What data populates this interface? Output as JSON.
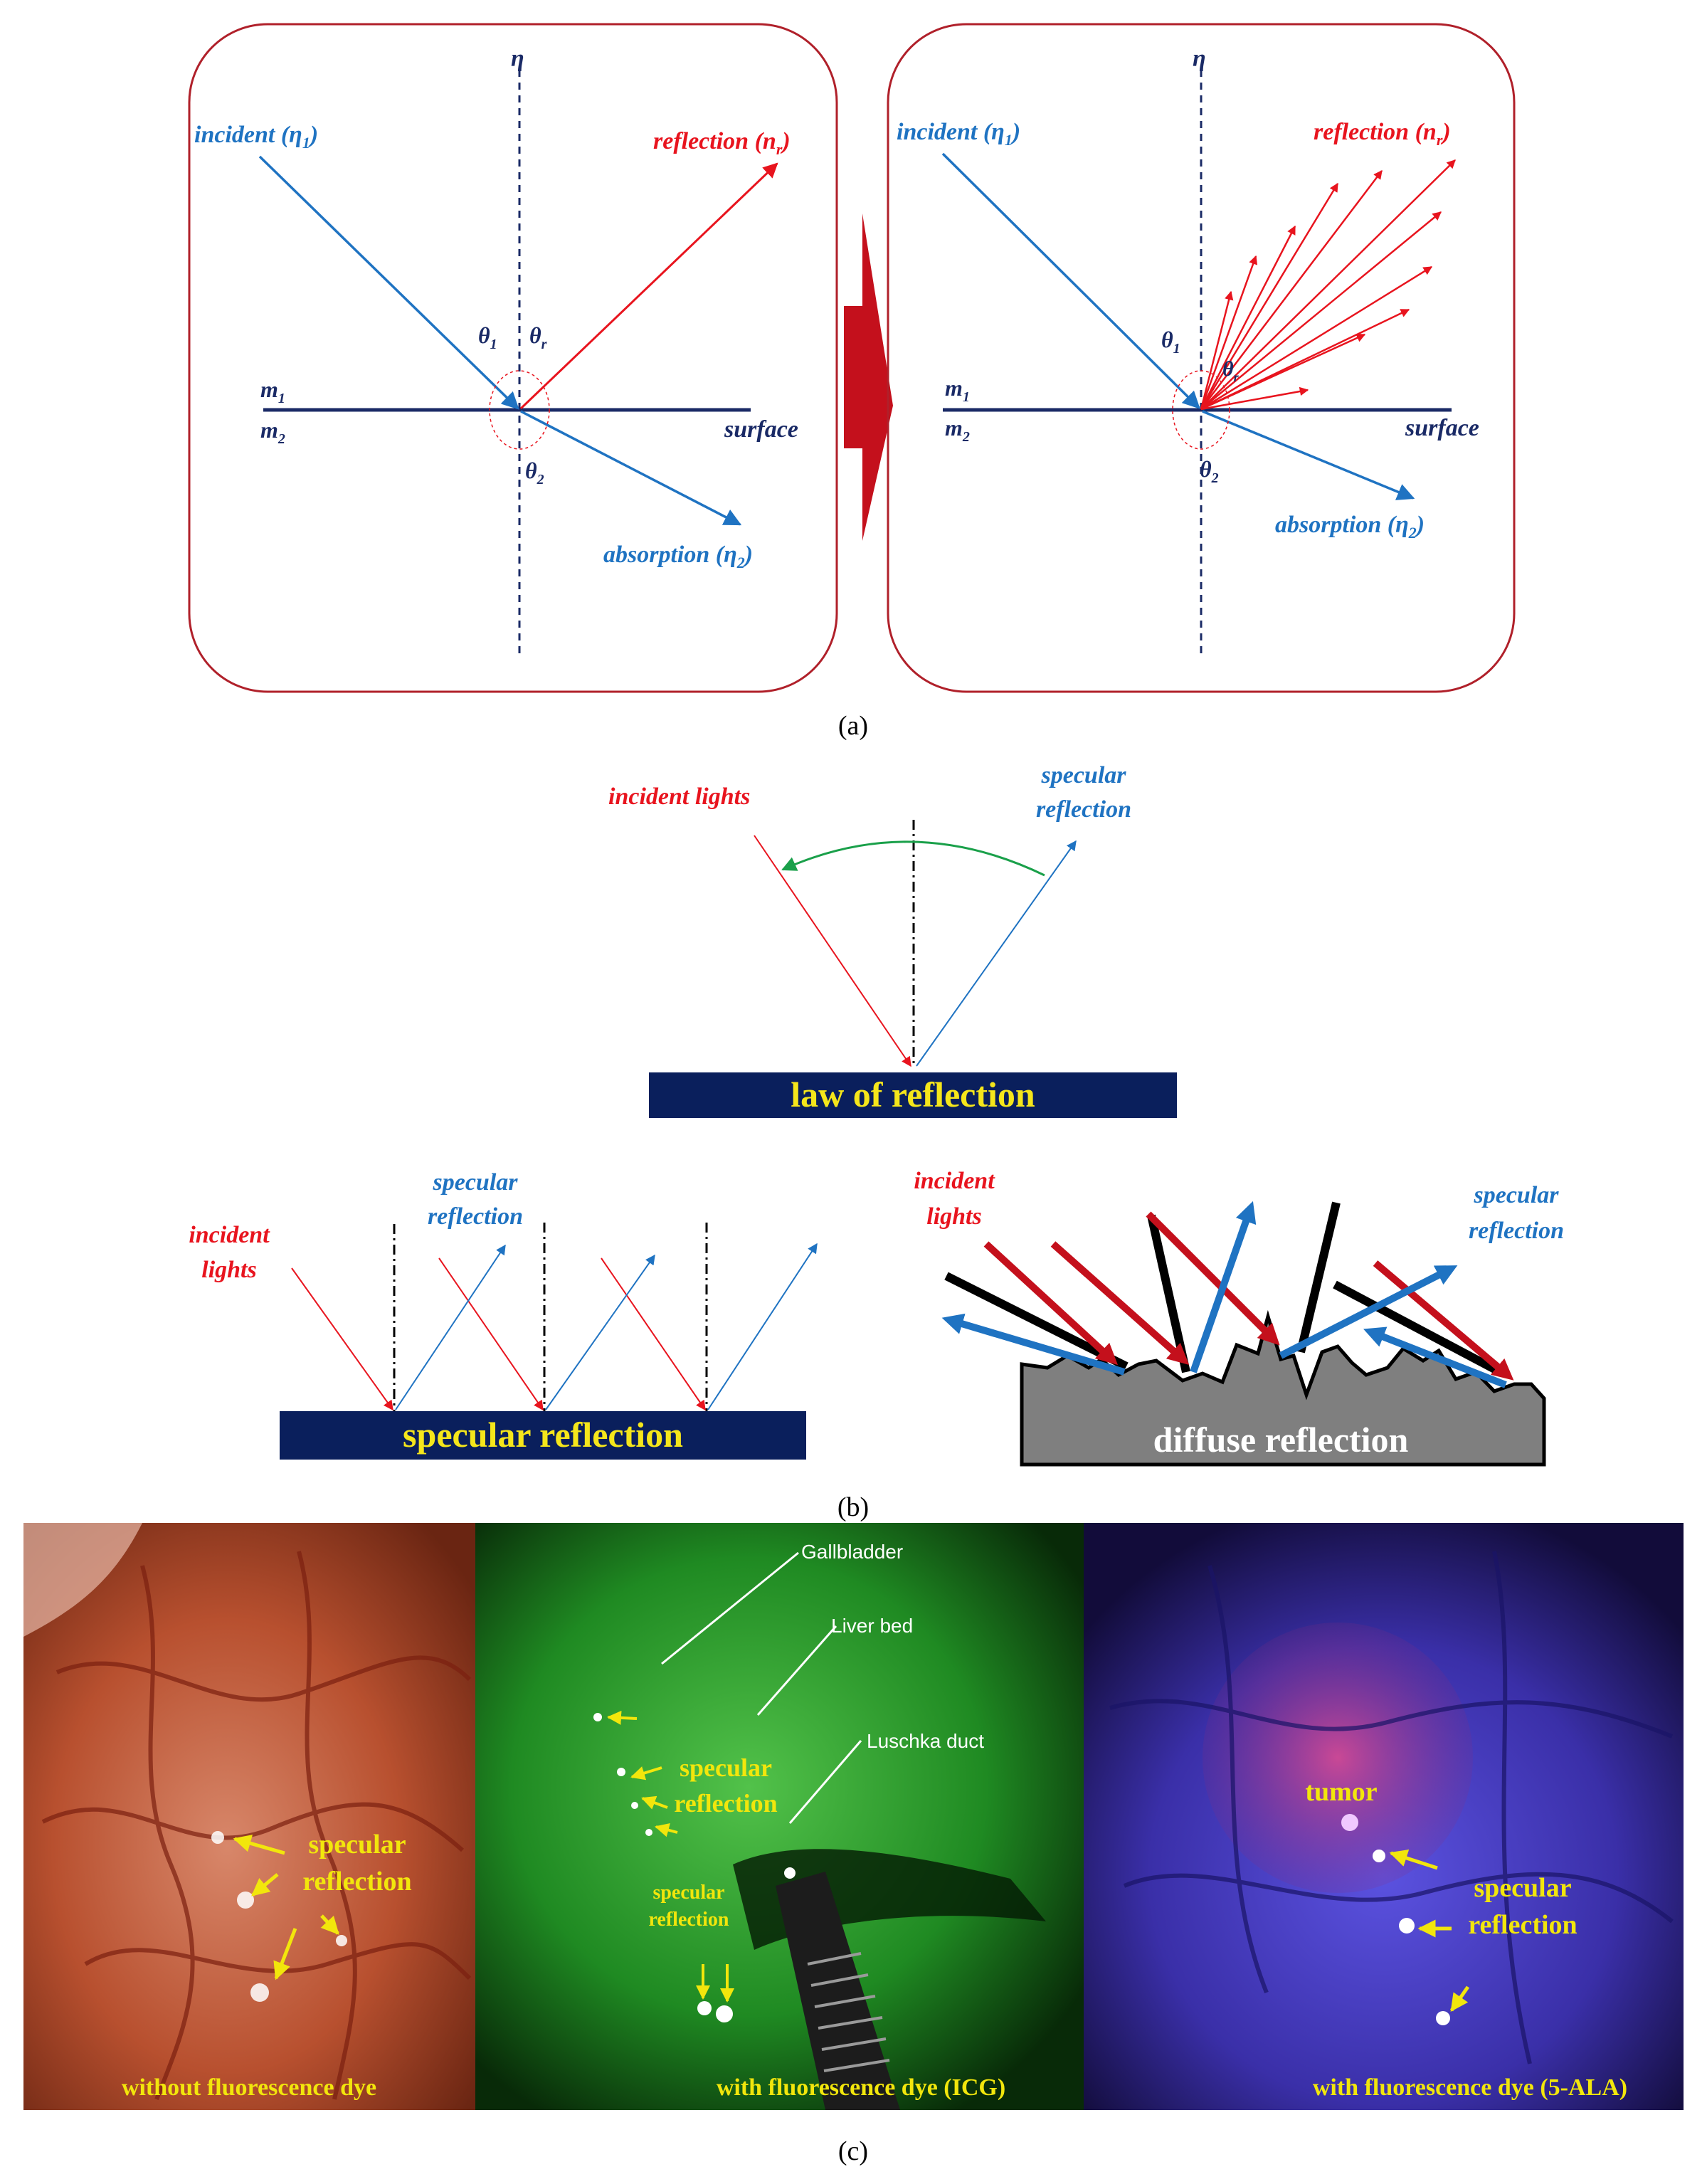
{
  "panel_a": {
    "caption": "(a)",
    "left": {
      "normal": "η",
      "incident": "incident (η",
      "incident_sub": "1",
      "reflection": "reflection (n",
      "reflection_sub": "r",
      "absorption": "absorption (η",
      "absorption_sub": "2",
      "theta1": "θ",
      "theta1_sub": "1",
      "thetar": "θ",
      "thetar_sub": "r",
      "theta2": "θ",
      "theta2_sub": "2",
      "m1": "m",
      "m1_sub": "1",
      "m2": "m",
      "m2_sub": "2",
      "surface": "surface",
      "close_paren": ")"
    },
    "right": {
      "normal": "η",
      "incident": "incident (η",
      "incident_sub": "1",
      "reflection": "reflection (n",
      "reflection_sub": "r",
      "absorption": "absorption (η",
      "absorption_sub": "2",
      "theta1": "θ",
      "theta1_sub": "1",
      "thetar": "θ",
      "thetar_sub": "r",
      "theta2": "θ",
      "theta2_sub": "2",
      "m1": "m",
      "m1_sub": "1",
      "m2": "m",
      "m2_sub": "2",
      "surface": "surface",
      "close_paren": ")"
    }
  },
  "panel_b": {
    "caption": "(b)",
    "law": {
      "incident": "incident lights",
      "specular_1": "specular",
      "specular_2": "reflection",
      "bar_label": "law of reflection"
    },
    "specular": {
      "incident_1": "incident",
      "incident_2": "lights",
      "specular_1": "specular",
      "specular_2": "reflection",
      "bar_label": "specular reflection"
    },
    "diffuse": {
      "incident_1": "incident",
      "incident_2": "lights",
      "specular_1": "specular",
      "specular_2": "reflection",
      "bar_label": "diffuse reflection"
    }
  },
  "panel_c": {
    "caption": "(c)",
    "photo1": {
      "label_1": "specular",
      "label_2": "reflection",
      "footer": "without fluorescence dye"
    },
    "photo2": {
      "gallbladder": "Gallbladder",
      "liver_bed": "Liver bed",
      "luschka": "Luschka duct",
      "spec_1": "specular",
      "spec_2": "reflection",
      "spec_small_1": "specular",
      "spec_small_2": "reflection",
      "footer": "with fluorescence dye (ICG)"
    },
    "photo3": {
      "tumor": "tumor",
      "spec_1": "specular",
      "spec_2": "reflection",
      "footer": "with fluorescence dye (5-ALA)"
    }
  },
  "colors": {
    "frame": "#b0202a",
    "blue": "#1f73c2",
    "red": "#e8141e",
    "navy": "#1a2a66",
    "bar": "#0a1f5c",
    "bar_text": "#f5e61b",
    "green_arc": "#1aa04a",
    "yellow": "#f2e60c"
  }
}
